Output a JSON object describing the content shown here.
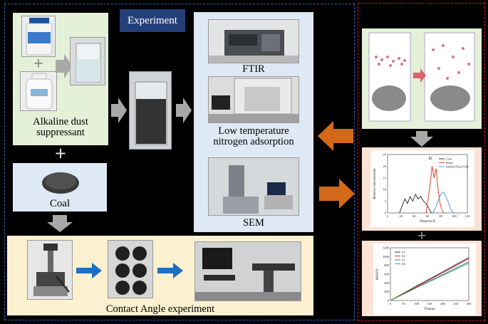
{
  "experiment_title": "Experiment",
  "labels": {
    "alkaline_line1": "Alkaline dust",
    "alkaline_line2": "suppressant",
    "coal": "Coal",
    "ftir": "FTIR",
    "ltna_line1": "Low temperature",
    "ltna_line2": "nitrogen adsorption",
    "sem": "SEM",
    "contact_angle": "Contact Angle experiment"
  },
  "colors": {
    "blue_dash": "#3a63b8",
    "red_dash": "#d2141e",
    "orange_arrow": "#d4691a",
    "gray_arrow": "#a8a8a8",
    "blue_arrow": "#1e6fc2"
  },
  "chart_data": [
    {
      "type": "line",
      "xlabel": "Distance/Å",
      "ylabel": "Relative concentration",
      "xlim": [
        0,
        120
      ],
      "ylim": [
        0,
        25
      ],
      "xticks": [
        0,
        20,
        40,
        60,
        80,
        100,
        120
      ],
      "yticks": [
        0,
        5,
        10,
        15,
        20,
        25
      ],
      "annotation": "Ⅲ",
      "legend": "top-right",
      "series": [
        {
          "name": "Coal",
          "color": "#222222",
          "x": [
            18,
            22,
            26,
            30,
            34,
            38,
            42,
            46,
            50,
            54,
            58,
            62,
            66
          ],
          "y": [
            0,
            3,
            6,
            4,
            7,
            5,
            8,
            6,
            7,
            5,
            4,
            2,
            0
          ]
        },
        {
          "name": "Water",
          "color": "#e03020",
          "x": [
            58,
            61,
            64,
            67,
            70,
            73,
            76,
            79,
            82,
            85
          ],
          "y": [
            0,
            6,
            12,
            20,
            15,
            19,
            10,
            4,
            1,
            0
          ]
        },
        {
          "name": "Sa(Imb?Na2CO3)",
          "color": "#4a90c8",
          "x": [
            68,
            72,
            76,
            80,
            84,
            88,
            92,
            96,
            100
          ],
          "y": [
            0,
            2,
            5,
            8,
            9,
            7,
            4,
            1,
            0
          ]
        }
      ]
    },
    {
      "type": "line",
      "xlabel": "Time/ps",
      "ylabel": "MSD/Å²",
      "xlim": [
        0,
        300
      ],
      "ylim": [
        0,
        1200
      ],
      "xticks": [
        0,
        50,
        100,
        150,
        200,
        250,
        300
      ],
      "yticks": [
        0,
        200,
        400,
        600,
        800,
        1000,
        1200
      ],
      "legend": "top-left",
      "series": [
        {
          "name": "S1",
          "color": "#222222",
          "x": [
            0,
            100,
            200,
            300
          ],
          "y": [
            0,
            330,
            650,
            980
          ]
        },
        {
          "name": "S2",
          "color": "#d62020",
          "x": [
            0,
            100,
            200,
            300
          ],
          "y": [
            0,
            320,
            630,
            950
          ]
        },
        {
          "name": "S3",
          "color": "#2d6fc0",
          "x": [
            0,
            100,
            200,
            300
          ],
          "y": [
            0,
            300,
            590,
            880
          ]
        },
        {
          "name": "S4",
          "color": "#2ca02c",
          "x": [
            0,
            100,
            200,
            300
          ],
          "y": [
            0,
            290,
            570,
            850
          ]
        }
      ]
    }
  ]
}
